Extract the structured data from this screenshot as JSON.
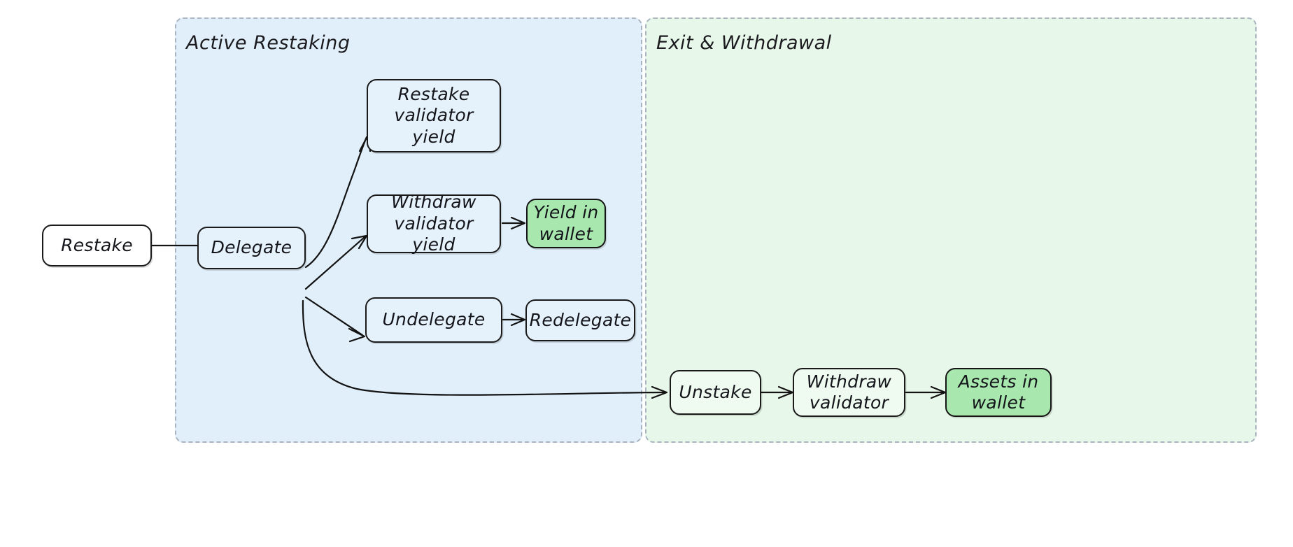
{
  "diagram": {
    "type": "flowchart",
    "direction": "left-to-right",
    "style": "hand-drawn",
    "colors": {
      "subgraph_blue_fill": "#e1effa",
      "subgraph_green_fill": "#e7f7e9",
      "subgraph_border": "#a9b4c0",
      "node_border": "#1a1a1a",
      "node_text": "#14151a",
      "highlight_green_fill": "#a8e8ae",
      "edge_stroke": "#131313",
      "canvas": "#ffffff"
    }
  },
  "subgraphs": [
    {
      "id": "active-restaking",
      "label": "Active Restaking",
      "fill": "blue"
    },
    {
      "id": "exit-withdrawal",
      "label": "Exit & Withdrawal",
      "fill": "green"
    }
  ],
  "nodes": [
    {
      "id": "restake",
      "label": "Restake",
      "group": "none",
      "variant": "plain-white"
    },
    {
      "id": "delegate",
      "label": "Delegate",
      "group": "active-restaking",
      "variant": "on-blue"
    },
    {
      "id": "restake-yield",
      "label": "Restake\nvalidator yield",
      "line1": "Restake",
      "line2": "validator yield",
      "group": "active-restaking",
      "variant": "on-blue"
    },
    {
      "id": "withdraw-yield",
      "label": "Withdraw\nvalidator yield",
      "line1": "Withdraw",
      "line2": "validator yield",
      "group": "active-restaking",
      "variant": "on-blue"
    },
    {
      "id": "yield-in-wallet",
      "label": "Yield in\nwallet",
      "line1": "Yield in",
      "line2": "wallet",
      "group": "active-restaking",
      "variant": "hl-green"
    },
    {
      "id": "undelegate",
      "label": "Undelegate",
      "group": "active-restaking",
      "variant": "on-blue"
    },
    {
      "id": "redelegate",
      "label": "Redelegate",
      "group": "active-restaking",
      "variant": "on-blue"
    },
    {
      "id": "unstake",
      "label": "Unstake",
      "group": "exit-withdrawal",
      "variant": "on-green"
    },
    {
      "id": "withdraw-validator",
      "label": "Withdraw\nvalidator",
      "line1": "Withdraw",
      "line2": "validator",
      "group": "exit-withdrawal",
      "variant": "on-green"
    },
    {
      "id": "assets-in-wallet",
      "label": "Assets in\nwallet",
      "line1": "Assets in",
      "line2": "wallet",
      "group": "exit-withdrawal",
      "variant": "hl-green"
    }
  ],
  "edges": [
    {
      "from": "restake",
      "to": "delegate"
    },
    {
      "from": "delegate",
      "to": "restake-yield"
    },
    {
      "from": "delegate",
      "to": "withdraw-yield"
    },
    {
      "from": "delegate",
      "to": "undelegate"
    },
    {
      "from": "delegate",
      "to": "unstake"
    },
    {
      "from": "withdraw-yield",
      "to": "yield-in-wallet"
    },
    {
      "from": "undelegate",
      "to": "redelegate"
    },
    {
      "from": "unstake",
      "to": "withdraw-validator"
    },
    {
      "from": "withdraw-validator",
      "to": "assets-in-wallet"
    }
  ]
}
